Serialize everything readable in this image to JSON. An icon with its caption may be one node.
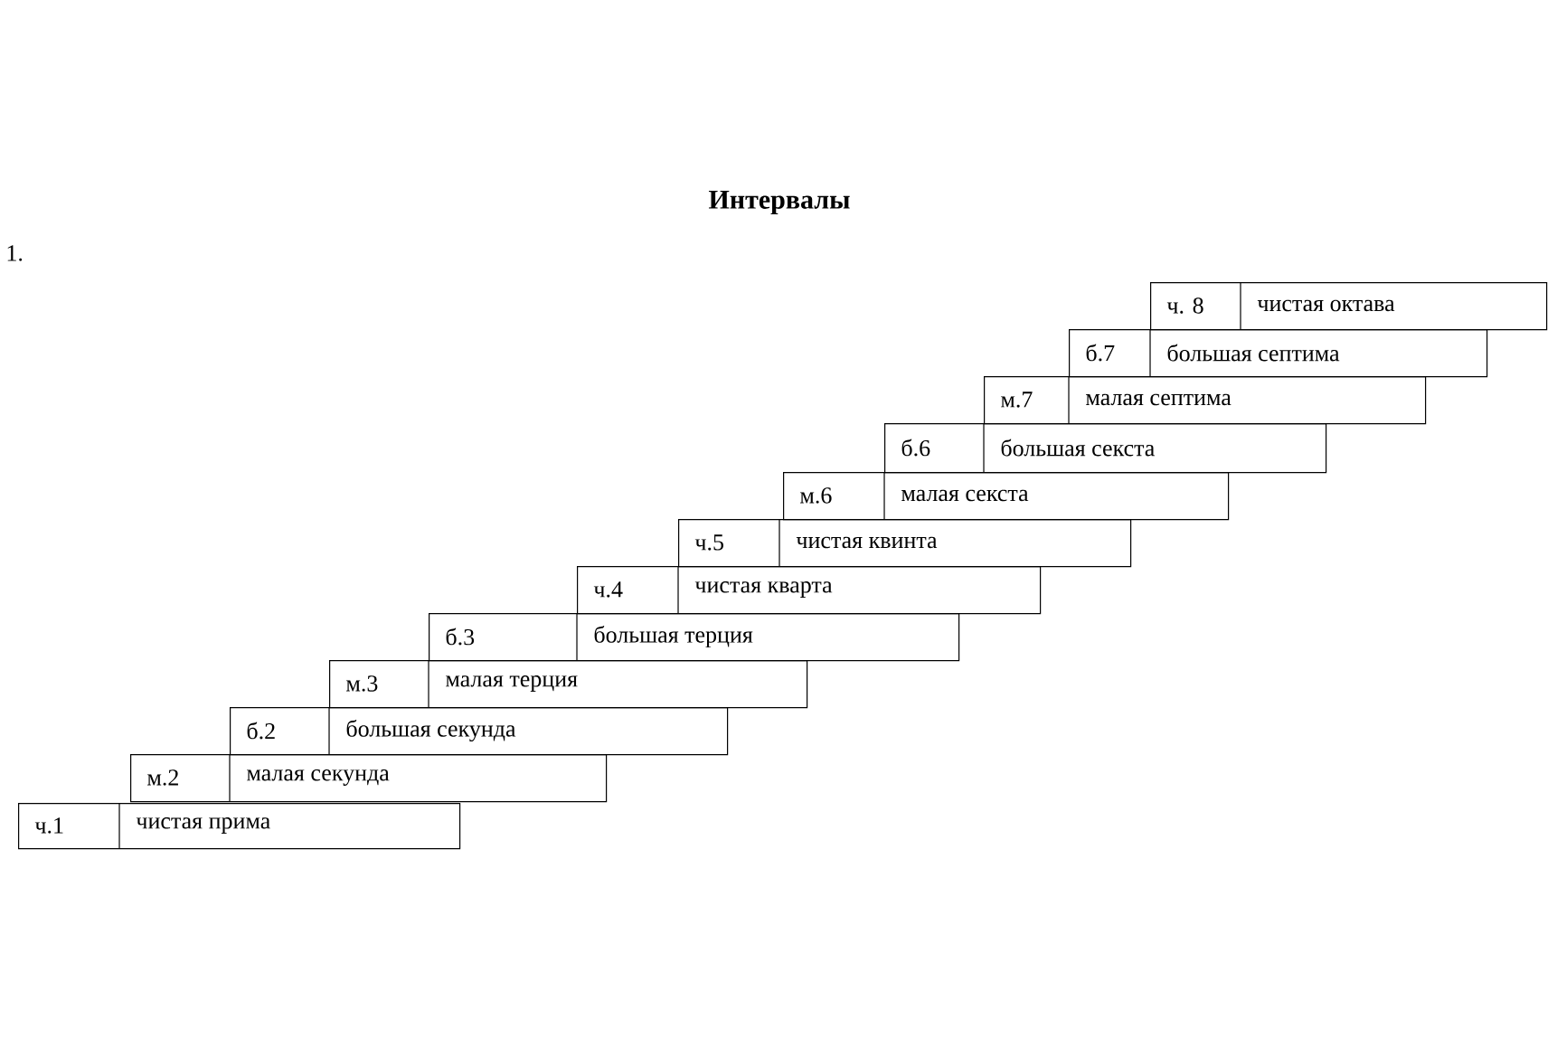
{
  "diagram": {
    "title": "Интервалы",
    "nodes": [
      {
        "text": [
          "ч.1",
          "чистая прима"
        ]
      },
      {
        "text": [
          "м.2",
          "малая секунда"
        ]
      },
      {
        "text": [
          "б.2",
          "большая секунда"
        ]
      },
      {
        "text": [
          "м.3",
          "малая терция"
        ]
      },
      {
        "text": [
          "б.3",
          "большая терция"
        ]
      },
      {
        "text": [
          "ч.4",
          "чистая кварта"
        ]
      },
      {
        "text": [
          "ч.5",
          "чистая квинта"
        ]
      },
      {
        "text": [
          "м.6",
          "малая секста"
        ]
      },
      {
        "text": [
          "б.6",
          "большая секста"
        ]
      },
      {
        "text": [
          "м.7",
          "малая септима"
        ]
      },
      {
        "text": [
          "б.7",
          "большая септима"
        ]
      },
      {
        "text": [
          "ч. 8",
          "чистая октава"
        ]
      }
    ],
    "edges": [],
    "labels": [
      "1."
    ]
  }
}
